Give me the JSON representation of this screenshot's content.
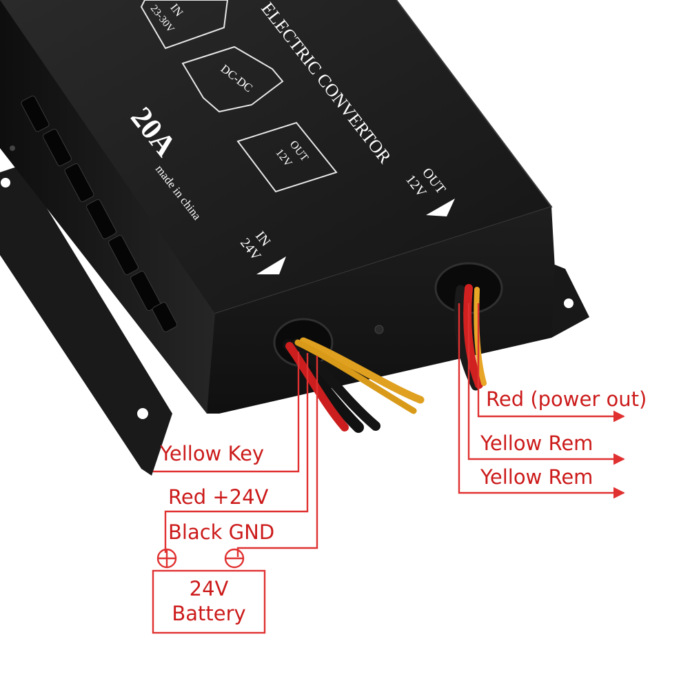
{
  "product": {
    "in_box_label": "IN",
    "in_box_voltage": "23-30V",
    "dcdc_label": "DC-DC",
    "out_box_label": "OUT",
    "out_box_voltage": "12V",
    "brand_line": "ELECTRIC CONVERTOR",
    "rating": "20A",
    "origin": "made in china",
    "in_port_label": "IN",
    "in_port_voltage": "24V",
    "out_port_label": "OUT",
    "out_port_voltage": "12V"
  },
  "wiring": {
    "input": {
      "yellow": "Yellow   Key",
      "red": "Red   +24V",
      "black": "Black   GND",
      "battery_line1": "24V",
      "battery_line2": "Battery"
    },
    "output": {
      "red": "Red  (power out)",
      "yellow1": "Yellow  Rem",
      "yellow2": "Yellow  Rem"
    }
  },
  "colors": {
    "annotation": "#cc1a1a",
    "wire_line": "#e03030",
    "case": "#1c1c1c"
  }
}
